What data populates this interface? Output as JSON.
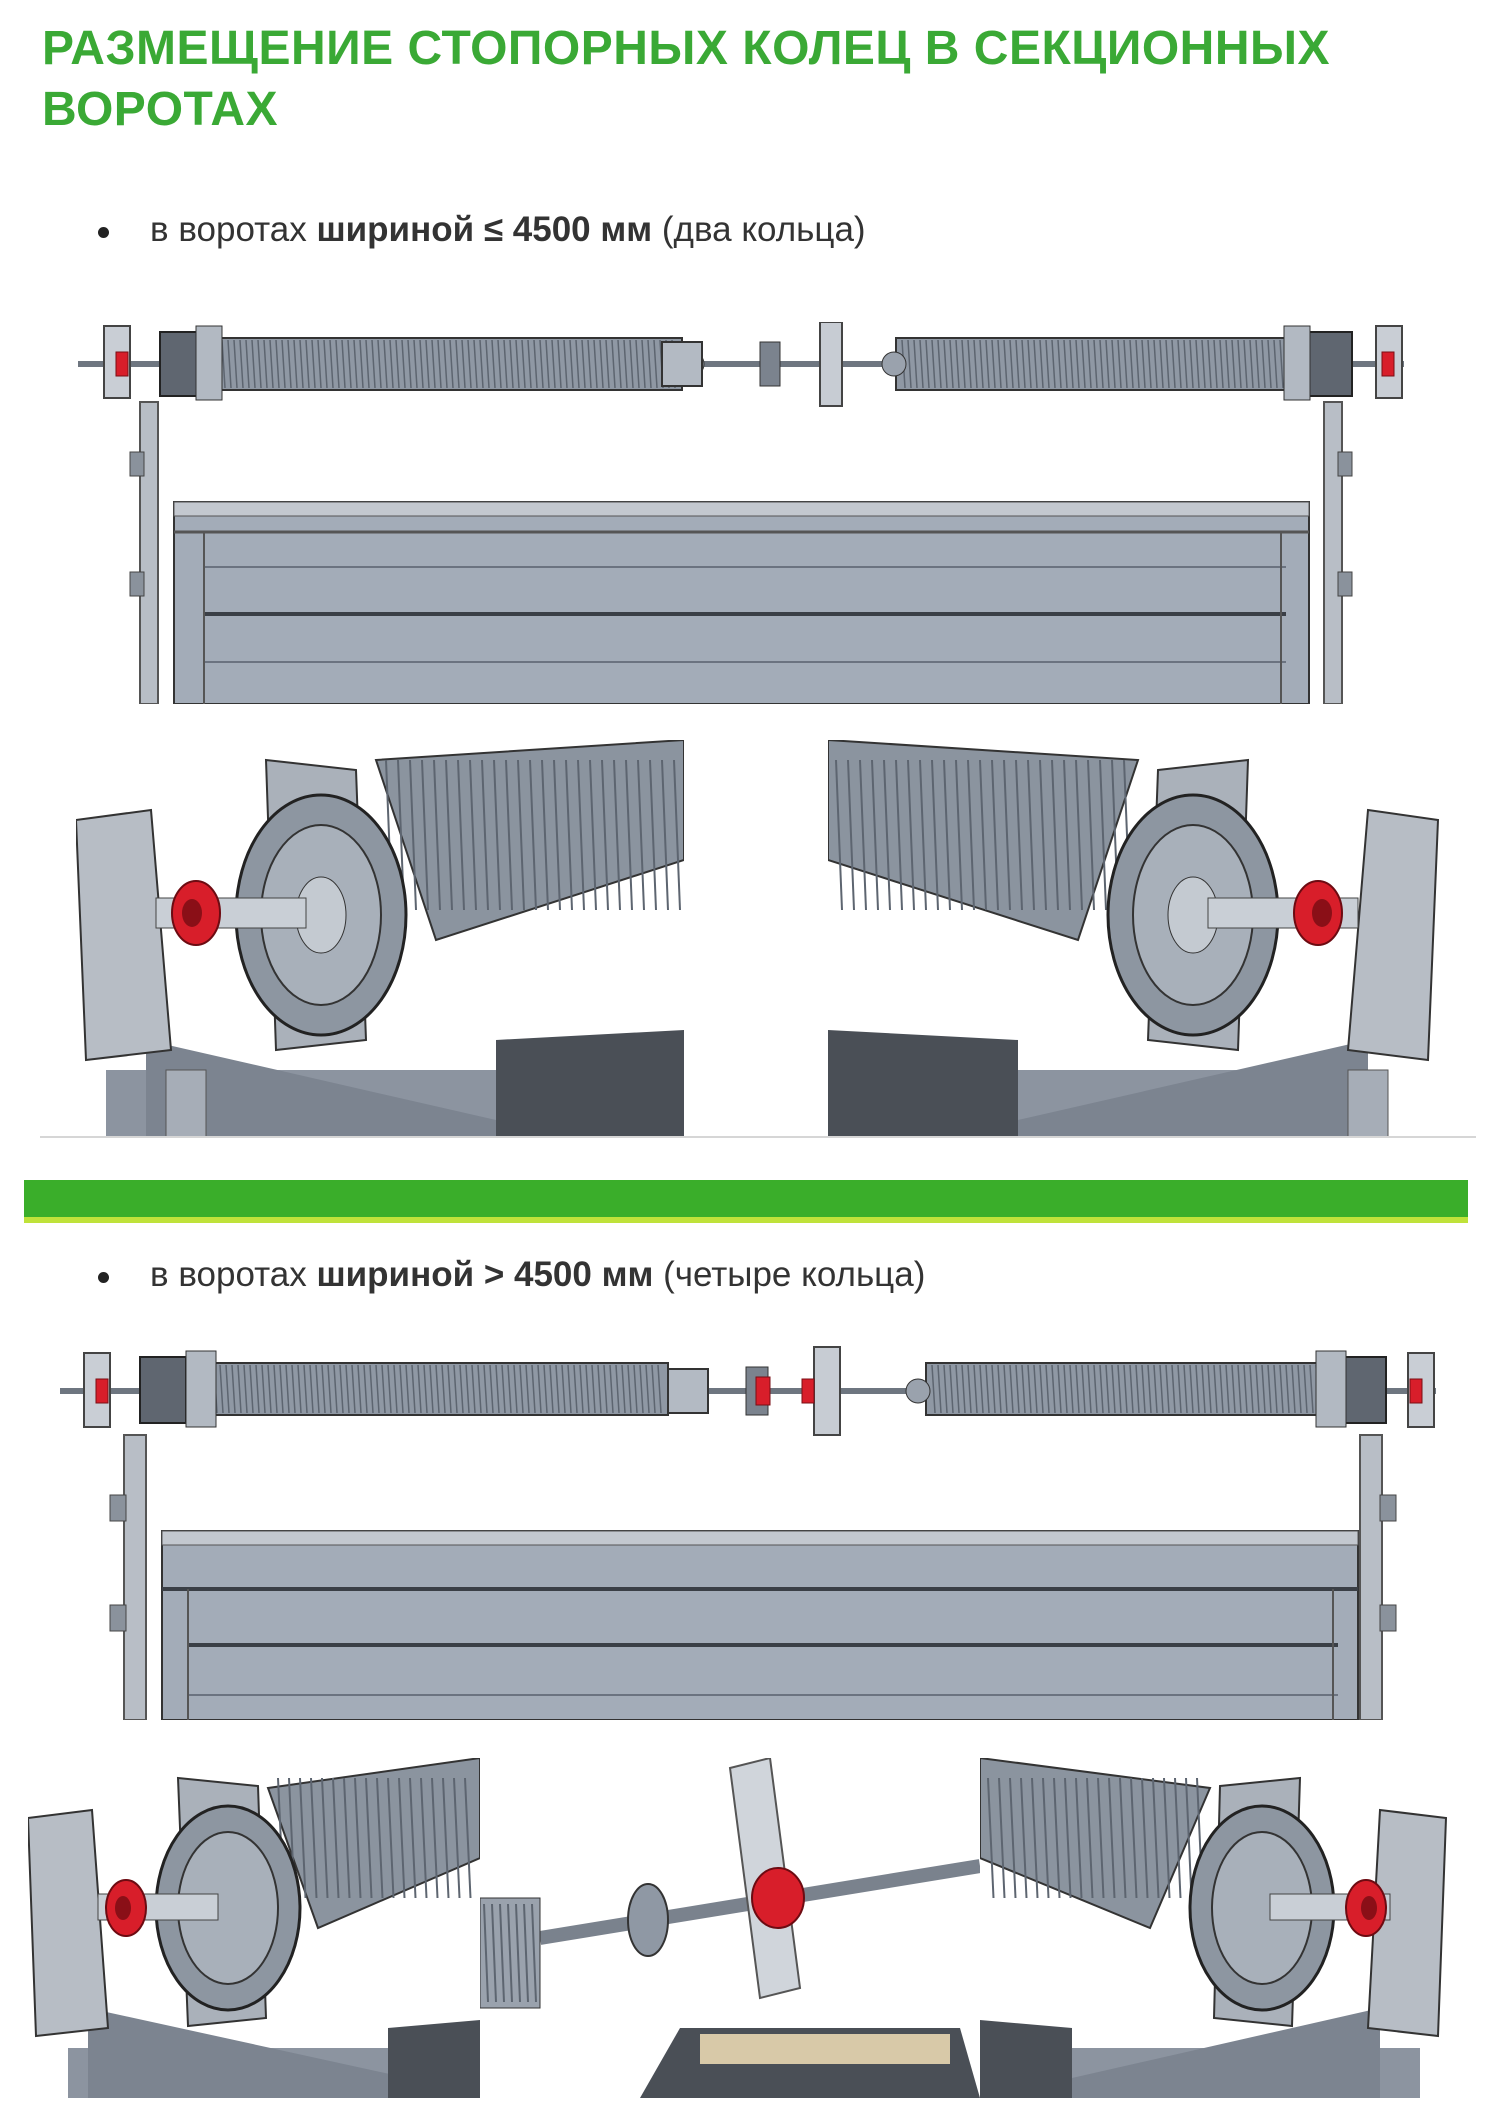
{
  "title": "РАЗМЕЩЕНИЕ СТОПОРНЫХ КОЛЕЦ В СЕКЦИОННЫХ ВОРОТАХ",
  "section1": {
    "prefix": "в воротах ",
    "bold": "шириной ≤ 4500 мм",
    "suffix": " (два кольца)"
  },
  "section2": {
    "prefix": "в воротах ",
    "bold": "шириной > 4500 мм",
    "suffix": " (четыре кольца)"
  },
  "colors": {
    "title_green": "#3aa935",
    "bar_green": "#3aae2a",
    "bar_stripe": "#bfe23a",
    "ring_red": "#d81e2a",
    "metal": "#9aa3ae",
    "panel": "#a3acb8"
  },
  "icons": [
    "bullet-dot-icon"
  ]
}
